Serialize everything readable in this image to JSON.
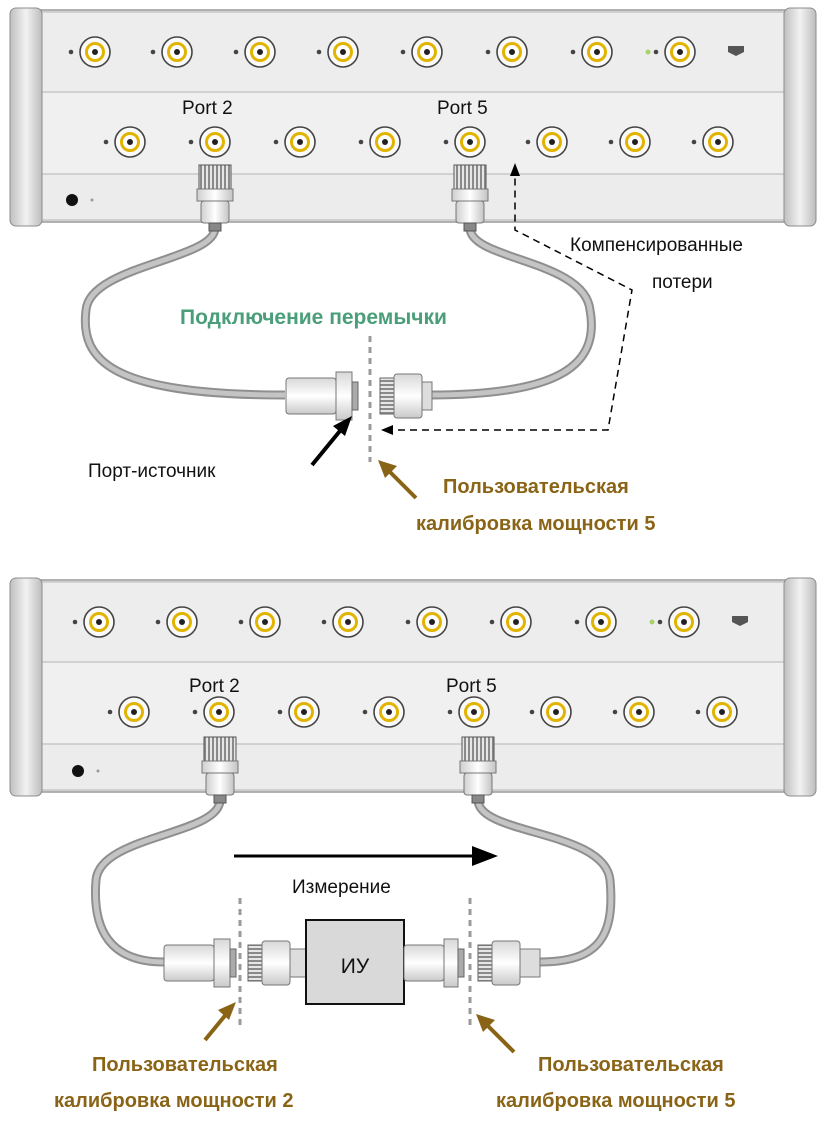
{
  "colors": {
    "panel": "#ececec",
    "panel_dark": "#dcdcdc",
    "connector_gold": "#e2b400",
    "cable": "#b0b0b0",
    "green_text": "#4a9e7a",
    "brown_text": "#8a6416",
    "led_green": "#a8d26a"
  },
  "top_diagram": {
    "port_a_label": "Port 2",
    "port_b_label": "Port 5",
    "compensated_loss_line1": "Компенсированные",
    "compensated_loss_line2": "потери",
    "thru_connection_label": "Подключение перемычки",
    "source_port_label": "Порт-источник",
    "power_cal_line1": "Пользовательская",
    "power_cal_line2": "калибровка мощности 5"
  },
  "bottom_diagram": {
    "port_a_label": "Port 2",
    "port_b_label": "Port 5",
    "measurement_label": "Измерение",
    "dut_label": "ИУ",
    "power_cal_left_line1": "Пользовательская",
    "power_cal_left_line2": "калибровка мощности 2",
    "power_cal_right_line1": "Пользовательская",
    "power_cal_right_line2": "калибровка мощности 5"
  }
}
